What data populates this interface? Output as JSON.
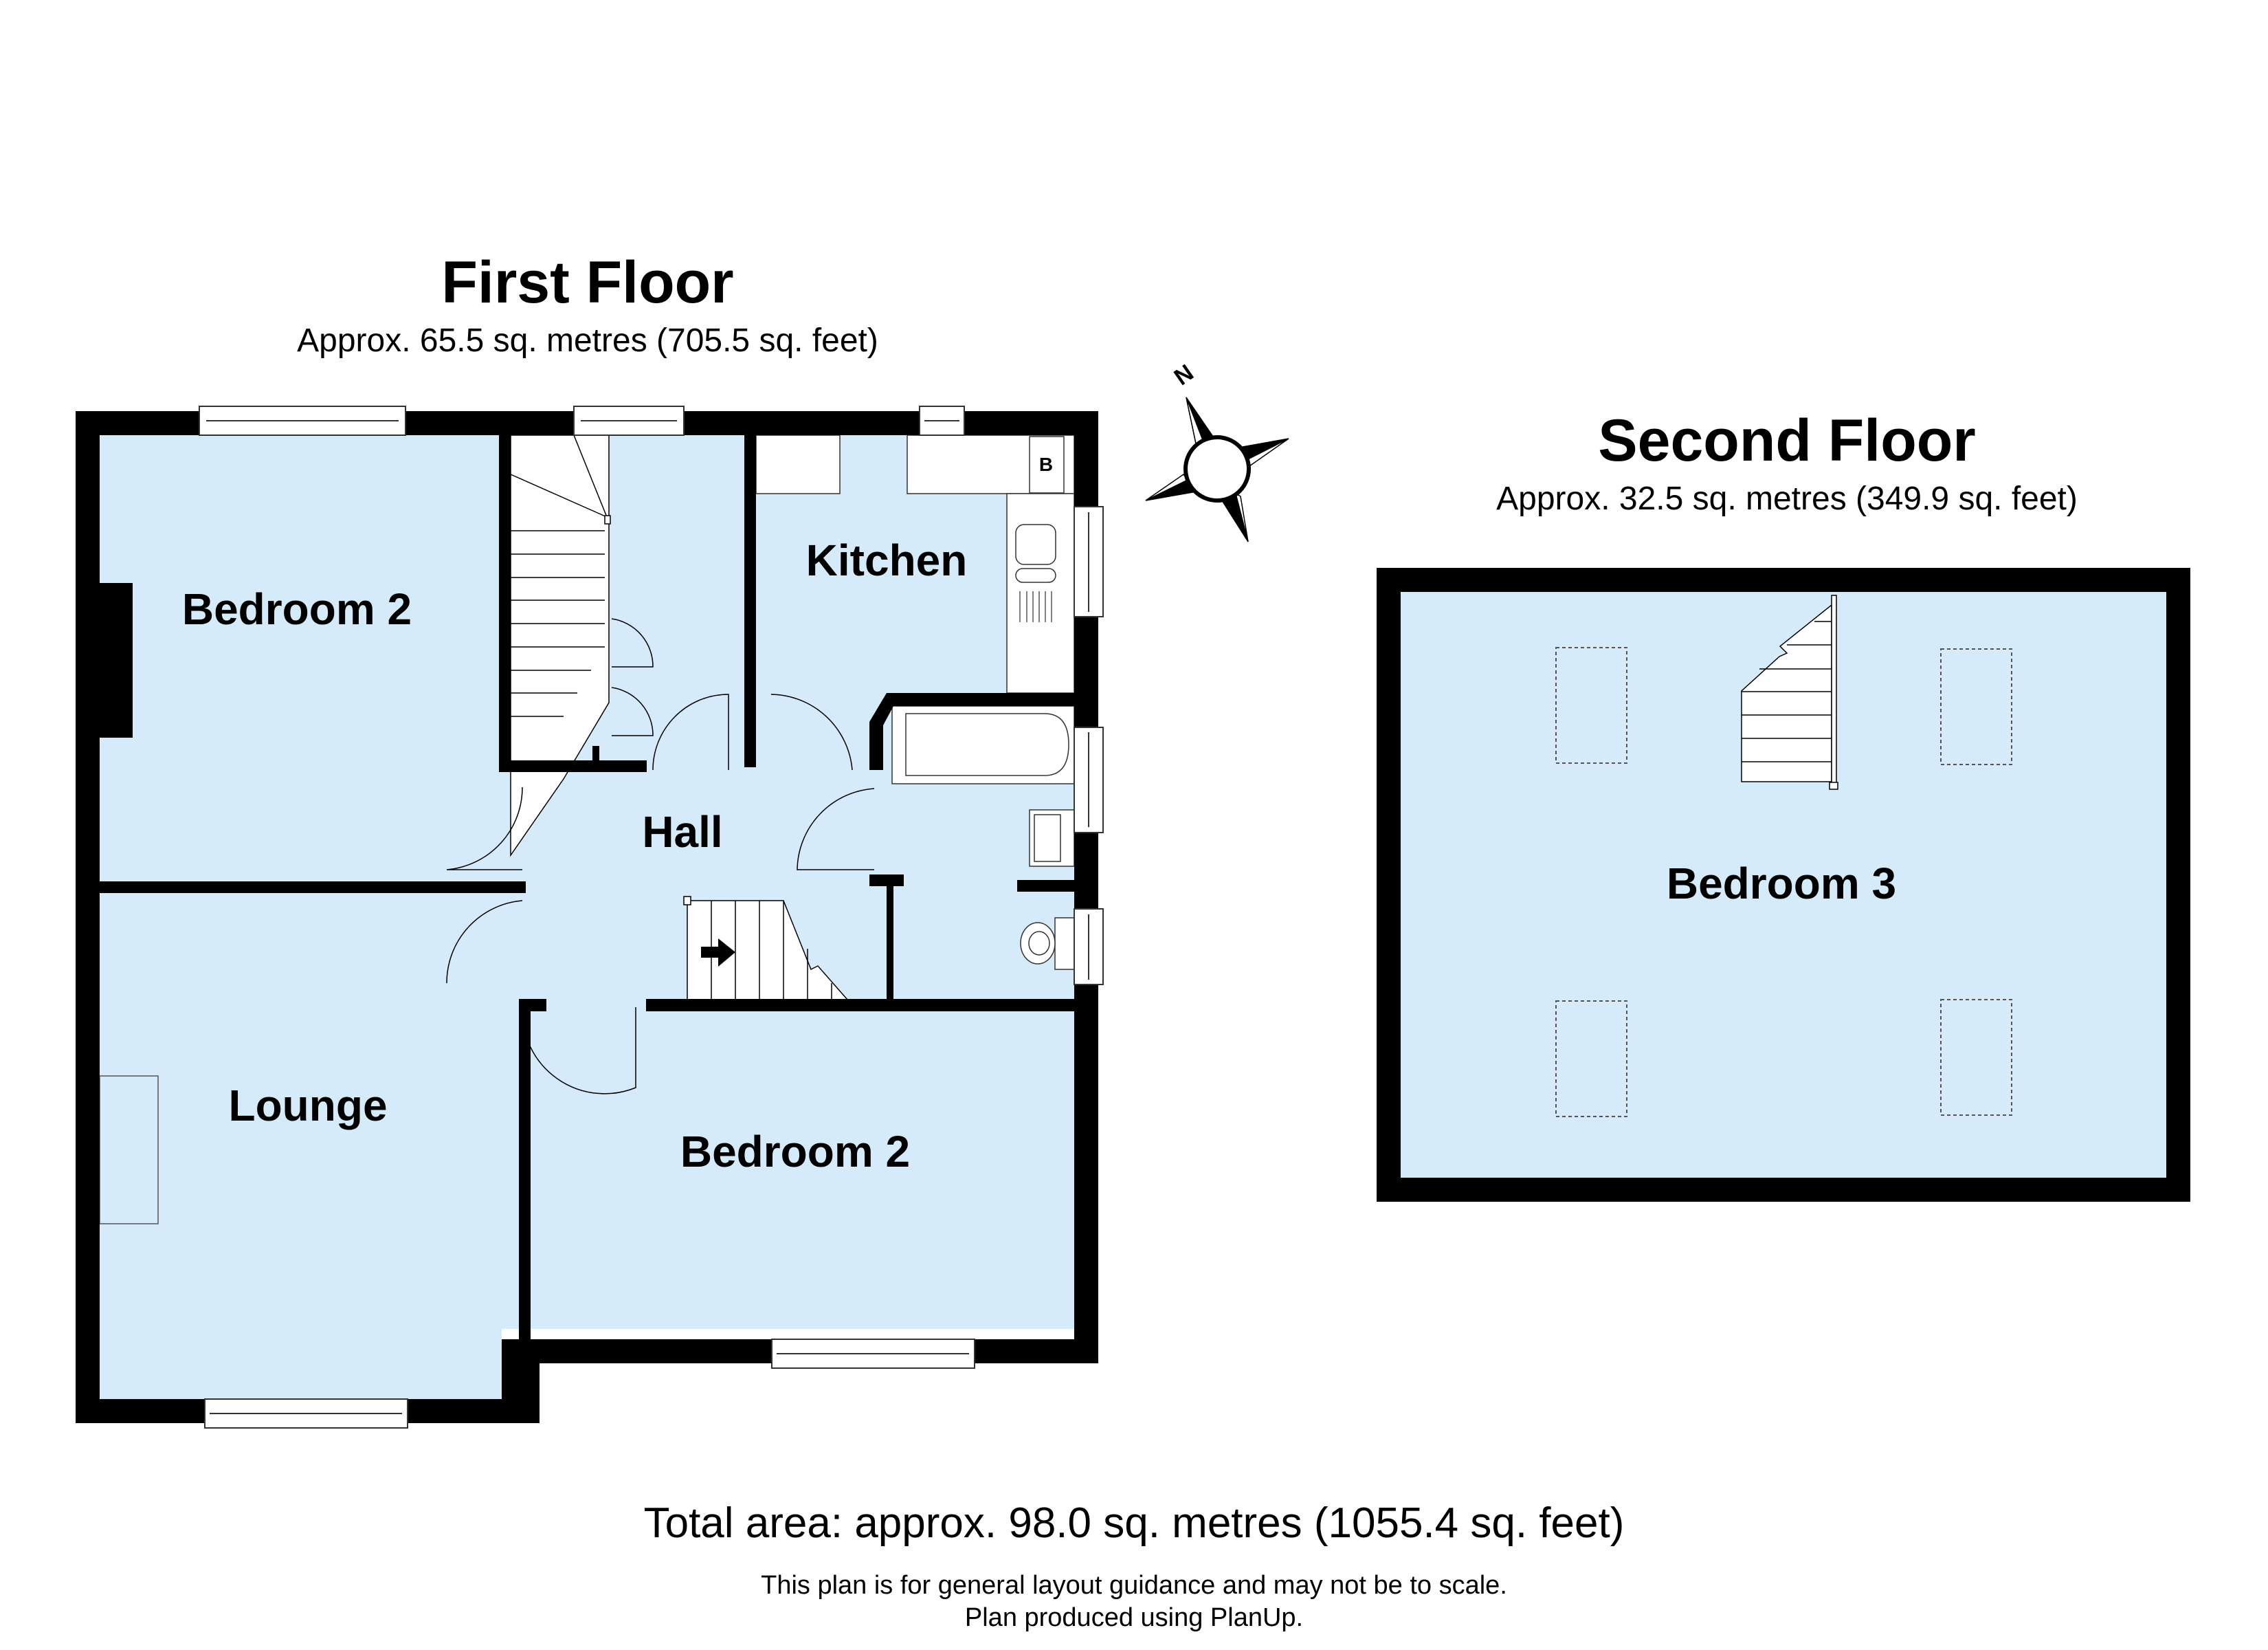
{
  "first_floor": {
    "title": "First Floor",
    "area": "Approx. 65.5 sq. metres (705.5 sq. feet)",
    "rooms": {
      "bedroom_top": "Bedroom 2",
      "kitchen": "Kitchen",
      "hall": "Hall",
      "lounge": "Lounge",
      "bedroom_bottom": "Bedroom 2"
    },
    "boiler_label": "B"
  },
  "second_floor": {
    "title": "Second Floor",
    "area": "Approx. 32.5 sq. metres (349.9 sq. feet)",
    "rooms": {
      "bedroom3": "Bedroom 3"
    }
  },
  "compass": {
    "north_label": "N"
  },
  "footer": {
    "total_area": "Total area: approx. 98.0 sq. metres (1055.4 sq. feet)",
    "disclaimer": "This plan is for general layout guidance and may not be to scale.",
    "credit": "Plan produced using PlanUp."
  },
  "colors": {
    "room_fill": "#d6ebfa",
    "wall": "#000000",
    "fixture": "#ffffff"
  }
}
